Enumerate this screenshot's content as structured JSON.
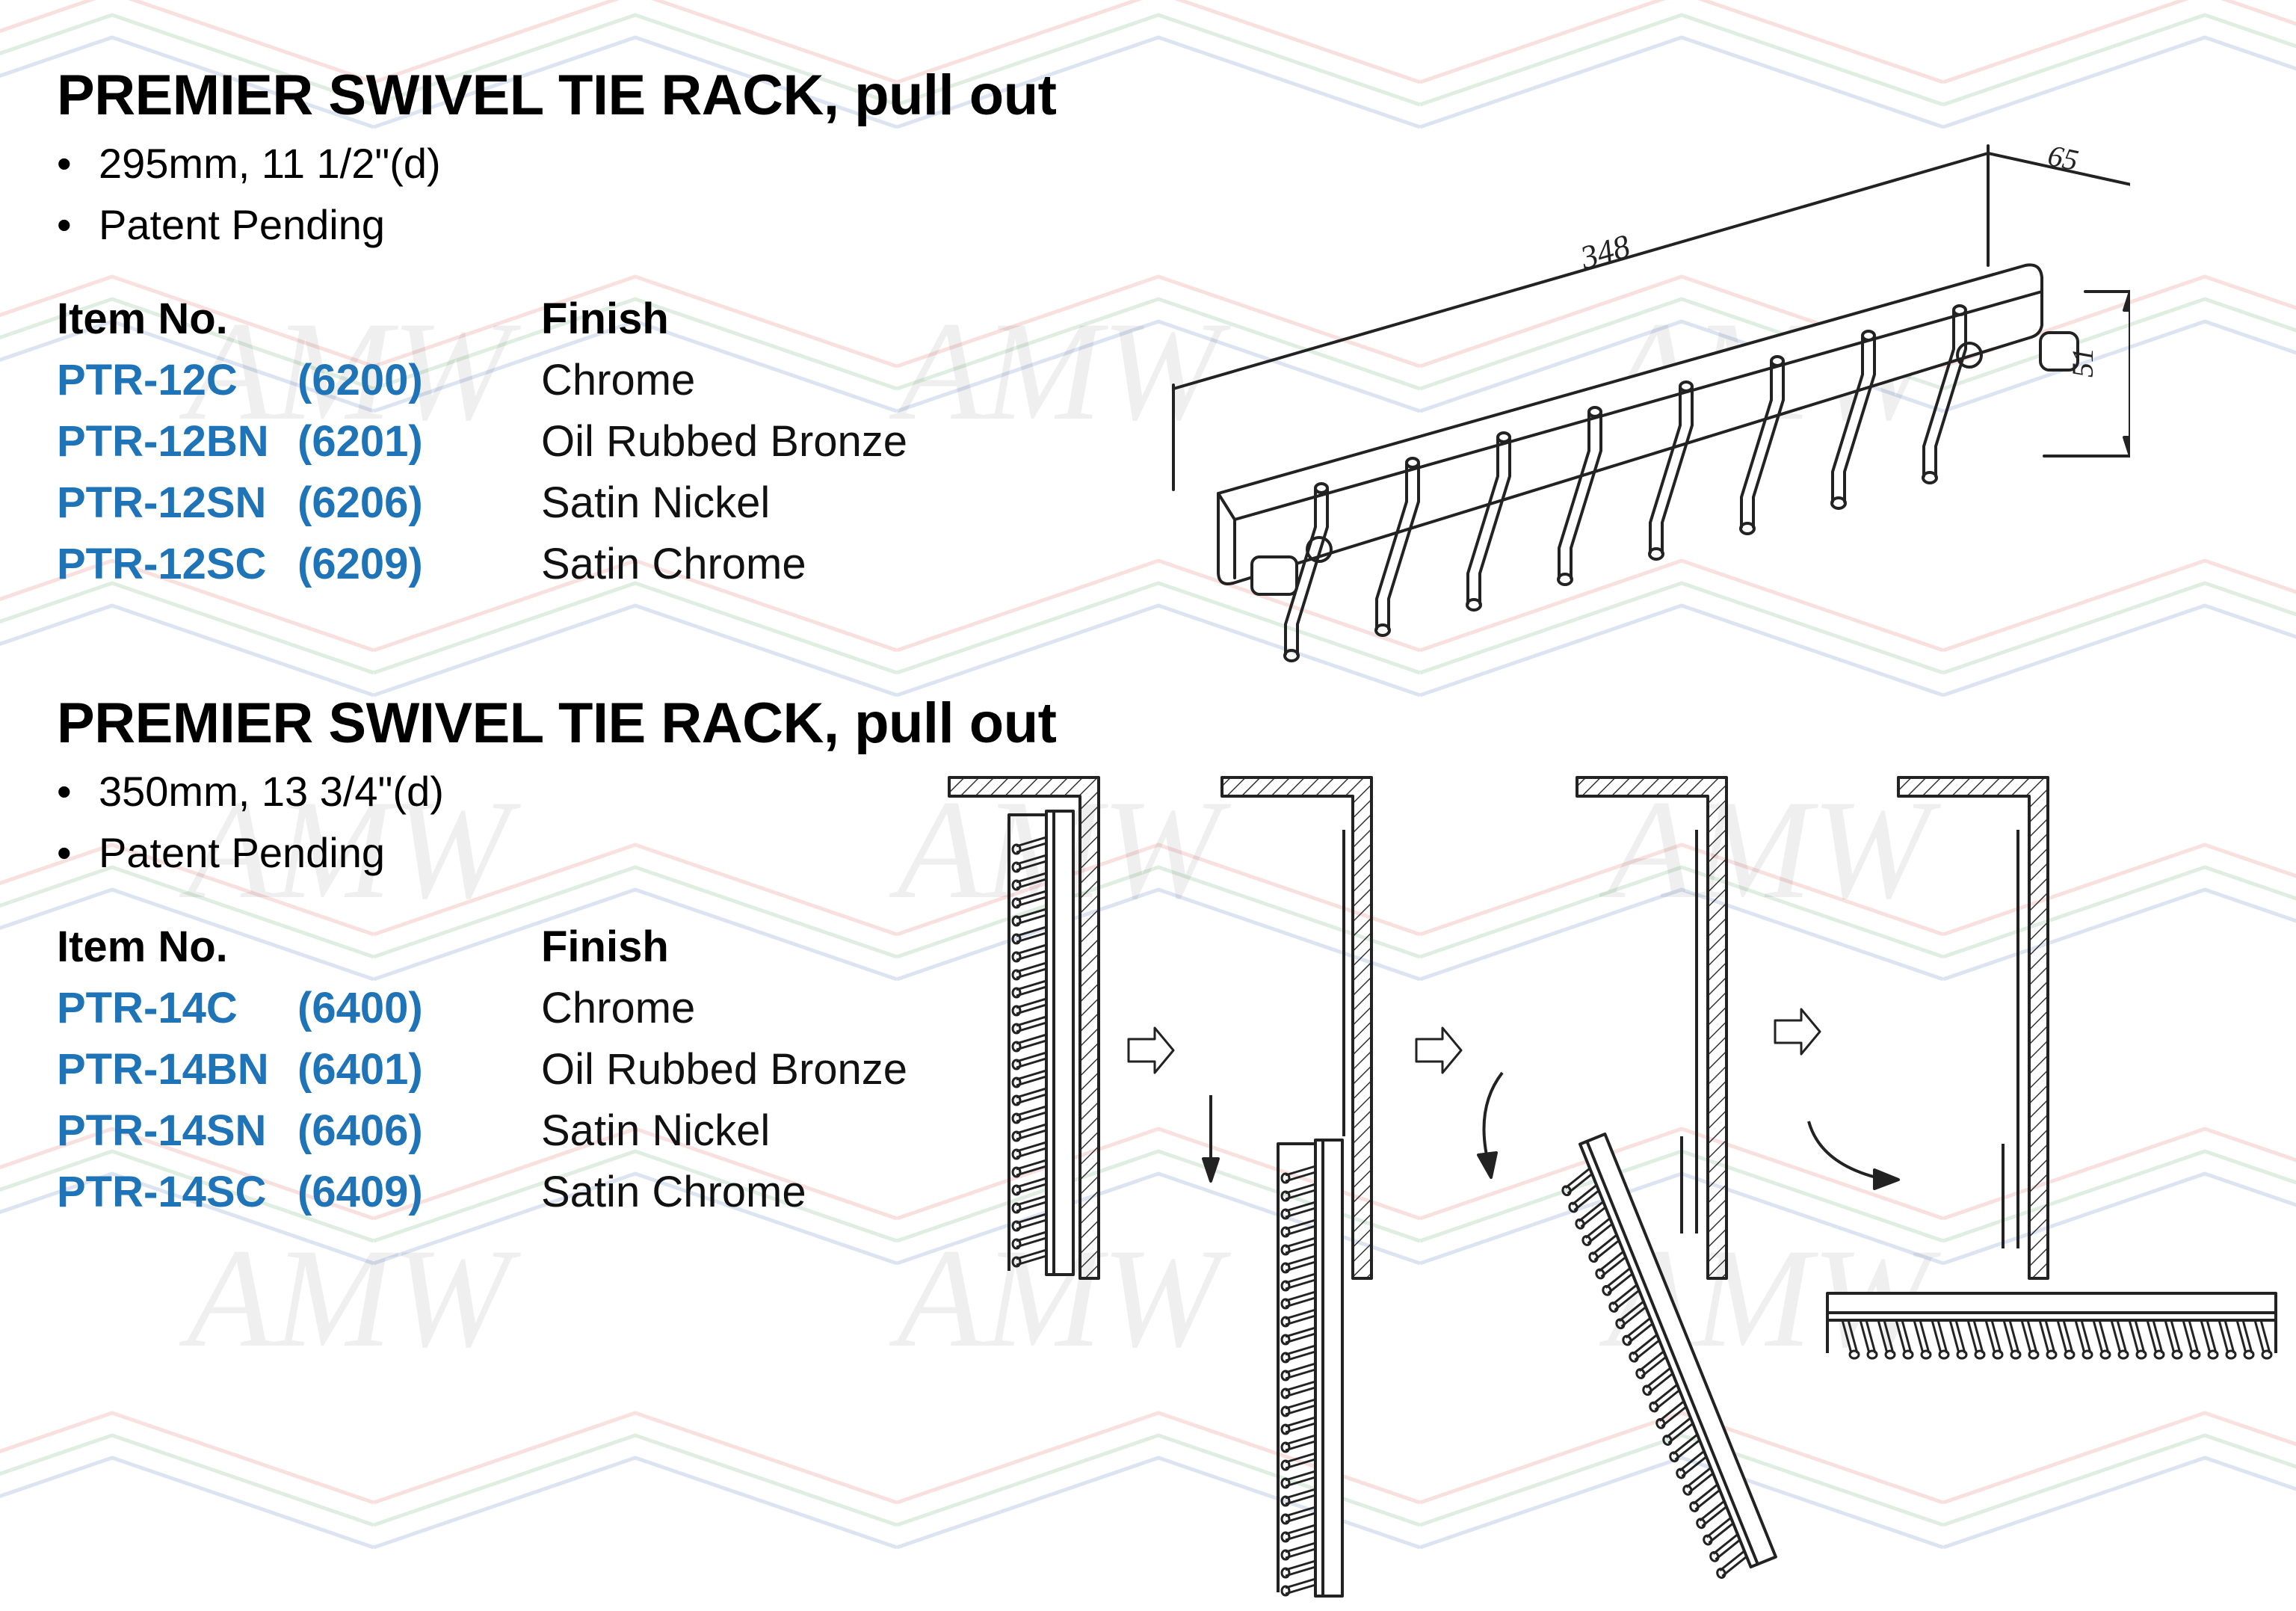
{
  "watermark": {
    "text": "AMW",
    "colors": [
      "#d9433c",
      "#3c9a4a",
      "#2f5fb3"
    ]
  },
  "colors": {
    "item_code": "#1f73b7"
  },
  "sections": [
    {
      "title": "PREMIER SWIVEL TIE RACK, pull out",
      "bullets": [
        "295mm, 11 1/2\"(d)",
        "Patent Pending"
      ],
      "table_headers": {
        "item": "Item No.",
        "finish": "Finish"
      },
      "rows": [
        {
          "item": "PTR-12C",
          "code": "(6200)",
          "finish": "Chrome"
        },
        {
          "item": "PTR-12BN",
          "code": "(6201)",
          "finish": "Oil Rubbed Bronze"
        },
        {
          "item": "PTR-12SN",
          "code": "(6206)",
          "finish": "Satin Nickel"
        },
        {
          "item": "PTR-12SC",
          "code": "(6209)",
          "finish": "Satin Chrome"
        }
      ]
    },
    {
      "title": "PREMIER SWIVEL TIE RACK, pull out",
      "bullets": [
        "350mm, 13 3/4\"(d)",
        "Patent Pending"
      ],
      "table_headers": {
        "item": "Item No.",
        "finish": "Finish"
      },
      "rows": [
        {
          "item": "PTR-14C",
          "code": "(6400)",
          "finish": "Chrome"
        },
        {
          "item": "PTR-14BN",
          "code": "(6401)",
          "finish": "Oil Rubbed Bronze"
        },
        {
          "item": "PTR-14SN",
          "code": "(6406)",
          "finish": "Satin Nickel"
        },
        {
          "item": "PTR-14SC",
          "code": "(6409)",
          "finish": "Satin Chrome"
        }
      ]
    }
  ],
  "dimensions": {
    "length": "348",
    "depth": "65",
    "height": "51"
  },
  "bullet_glyph": "•"
}
